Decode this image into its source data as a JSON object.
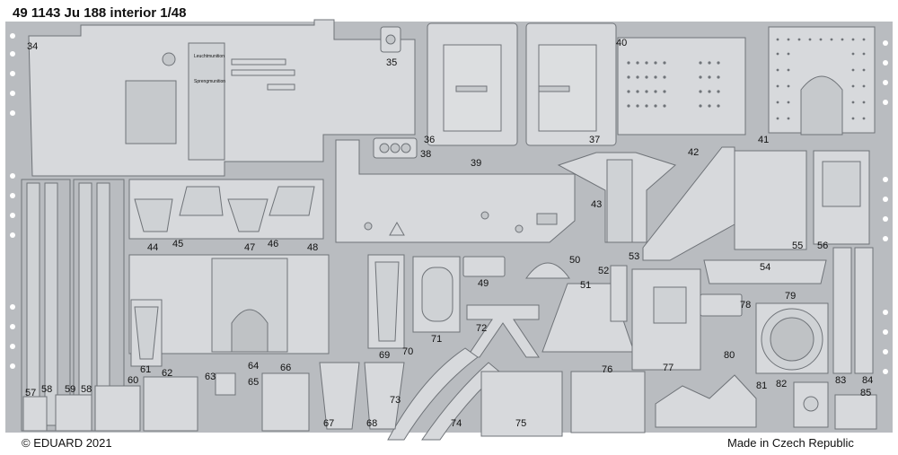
{
  "header": {
    "title": "49 1143  Ju 188 interior    1/48"
  },
  "footer": {
    "left": "© EDUARD 2021",
    "right": "Made in Czech Republic"
  },
  "panel_text": {
    "label_a": "Leuchtmunition",
    "label_b": "Sprengmunition"
  },
  "part_numbers": [
    "34",
    "35",
    "36",
    "37",
    "38",
    "39",
    "40",
    "41",
    "42",
    "43",
    "44",
    "45",
    "46",
    "47",
    "48",
    "49",
    "50",
    "51",
    "52",
    "53",
    "54",
    "55",
    "56",
    "57",
    "58",
    "58",
    "59",
    "60",
    "61",
    "62",
    "63",
    "64",
    "65",
    "66",
    "67",
    "68",
    "69",
    "70",
    "71",
    "72",
    "73",
    "74",
    "75",
    "76",
    "77",
    "78",
    "79",
    "80",
    "81",
    "82",
    "83",
    "84",
    "85"
  ],
  "colors": {
    "fret": "#b9bcc0",
    "part": "#d7d9dc",
    "outline": "#6f7378",
    "dark": "#4d5156"
  }
}
